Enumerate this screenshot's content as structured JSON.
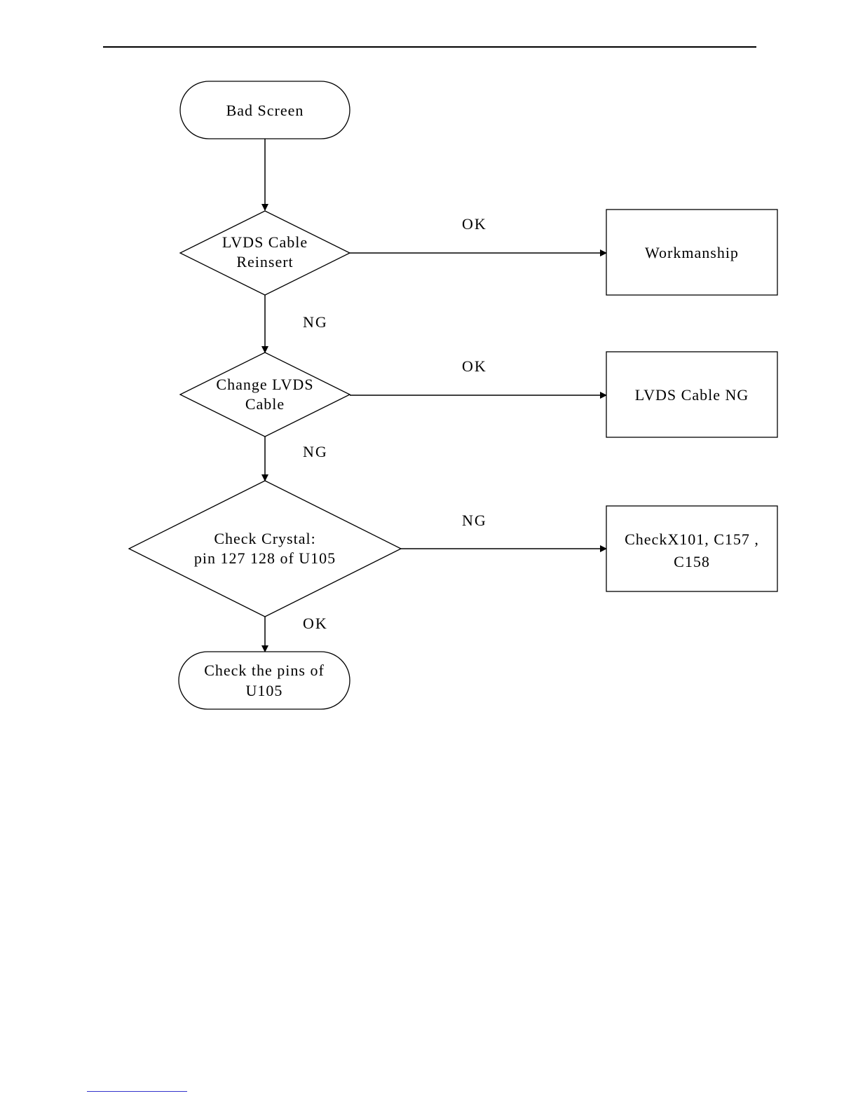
{
  "diagram": {
    "nodes": [
      {
        "id": "bad-screen",
        "shape": "terminal",
        "lines": [
          "Bad Screen"
        ]
      },
      {
        "id": "lvds-reinsert",
        "shape": "decision",
        "lines": [
          "LVDS Cable",
          "Reinsert"
        ]
      },
      {
        "id": "workmanship",
        "shape": "process",
        "lines": [
          "Workmanship"
        ]
      },
      {
        "id": "change-lvds",
        "shape": "decision",
        "lines": [
          "Change LVDS",
          "Cable"
        ]
      },
      {
        "id": "lvds-ng",
        "shape": "process",
        "lines": [
          "LVDS Cable NG"
        ]
      },
      {
        "id": "check-crystal",
        "shape": "decision",
        "lines": [
          "Check Crystal:",
          "pin 127  128  of U105"
        ]
      },
      {
        "id": "check-x101",
        "shape": "process",
        "lines": [
          "CheckX101, C157 ,",
          "C158"
        ]
      },
      {
        "id": "check-pins",
        "shape": "terminal",
        "lines": [
          "Check the pins of",
          "U105"
        ]
      }
    ],
    "edges": [
      {
        "from": "bad-screen",
        "to": "lvds-reinsert",
        "label": ""
      },
      {
        "from": "lvds-reinsert",
        "to": "workmanship",
        "label": "OK"
      },
      {
        "from": "lvds-reinsert",
        "to": "change-lvds",
        "label": "NG"
      },
      {
        "from": "change-lvds",
        "to": "lvds-ng",
        "label": "OK"
      },
      {
        "from": "change-lvds",
        "to": "check-crystal",
        "label": "NG"
      },
      {
        "from": "check-crystal",
        "to": "check-x101",
        "label": "NG"
      },
      {
        "from": "check-crystal",
        "to": "check-pins",
        "label": "OK"
      }
    ]
  }
}
